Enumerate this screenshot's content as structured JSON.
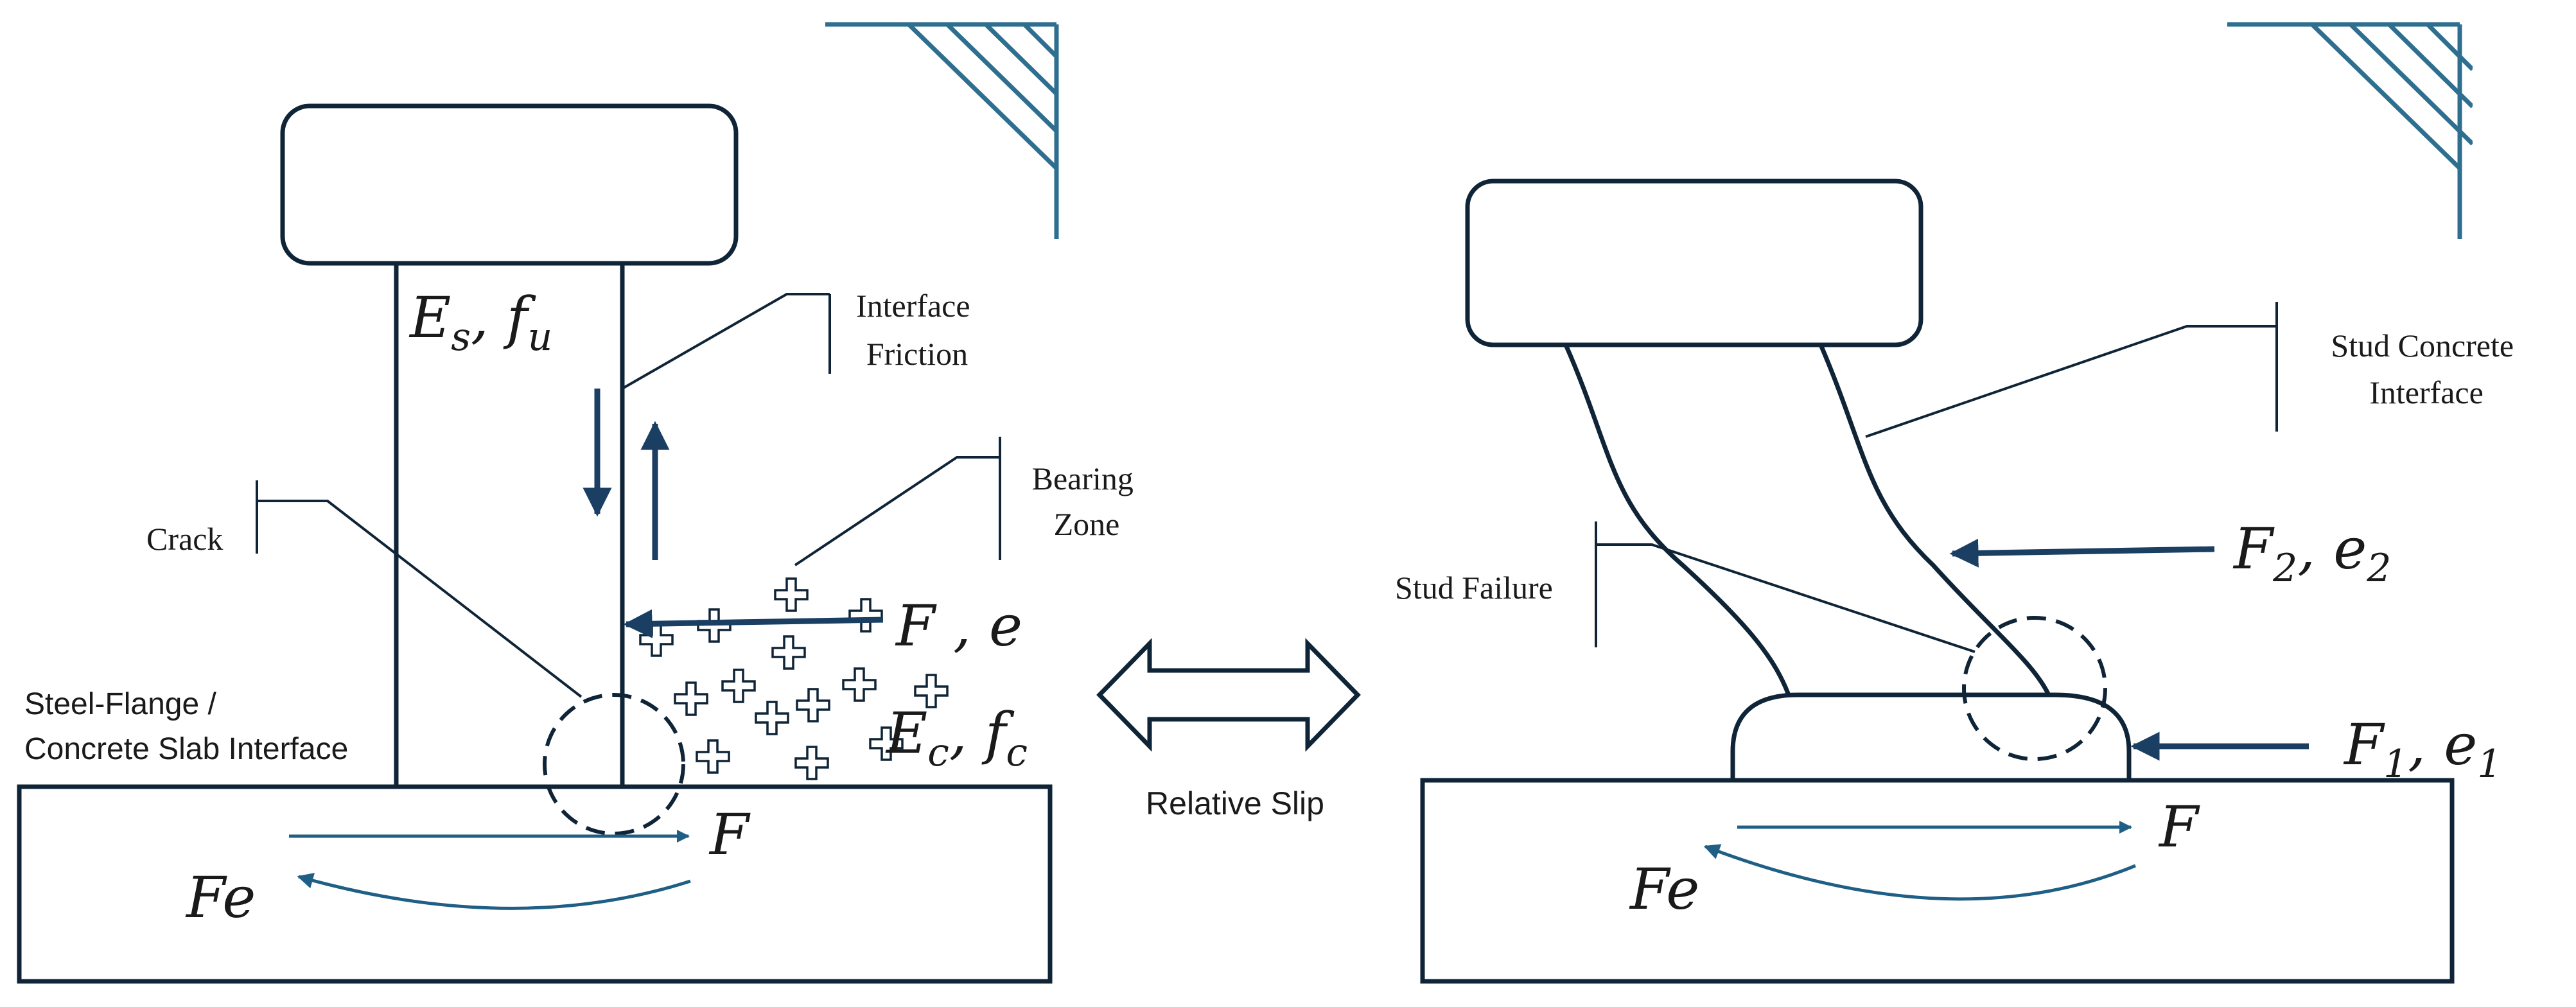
{
  "colors": {
    "outline": "#0f2436",
    "arrow_dark": "#1b3f63",
    "arrow_teal": "#1f5f85",
    "support": "#2e6f8f",
    "text": "#1a1a1a"
  },
  "left_panel": {
    "modulus_label": "E",
    "modulus_sub": "s",
    "strength_label": "f",
    "strength_sub": "u",
    "interface_friction": [
      "Interface",
      "Friction"
    ],
    "bearing_zone": [
      "Bearing",
      "Zone"
    ],
    "crack": "Crack",
    "flange_interface": [
      "Steel-Flange /",
      "Concrete Slab Interface"
    ],
    "load_label": "F",
    "load_ecc": "e",
    "concrete_modulus": "E",
    "concrete_modulus_sub": "c",
    "concrete_strength": "f",
    "concrete_strength_sub": "c",
    "shear_force": "F",
    "moment": "Fe"
  },
  "middle": {
    "relative_slip": "Relative Slip"
  },
  "right_panel": {
    "stud_concrete_interface": [
      "Stud Concrete",
      "Interface"
    ],
    "stud_failure": "Stud Failure",
    "load2": "F",
    "load2_sub": "2",
    "ecc2": "e",
    "ecc2_sub": "2",
    "load1": "F",
    "load1_sub": "1",
    "ecc1": "e",
    "ecc1_sub": "1",
    "shear_force": "F",
    "moment": "Fe"
  }
}
